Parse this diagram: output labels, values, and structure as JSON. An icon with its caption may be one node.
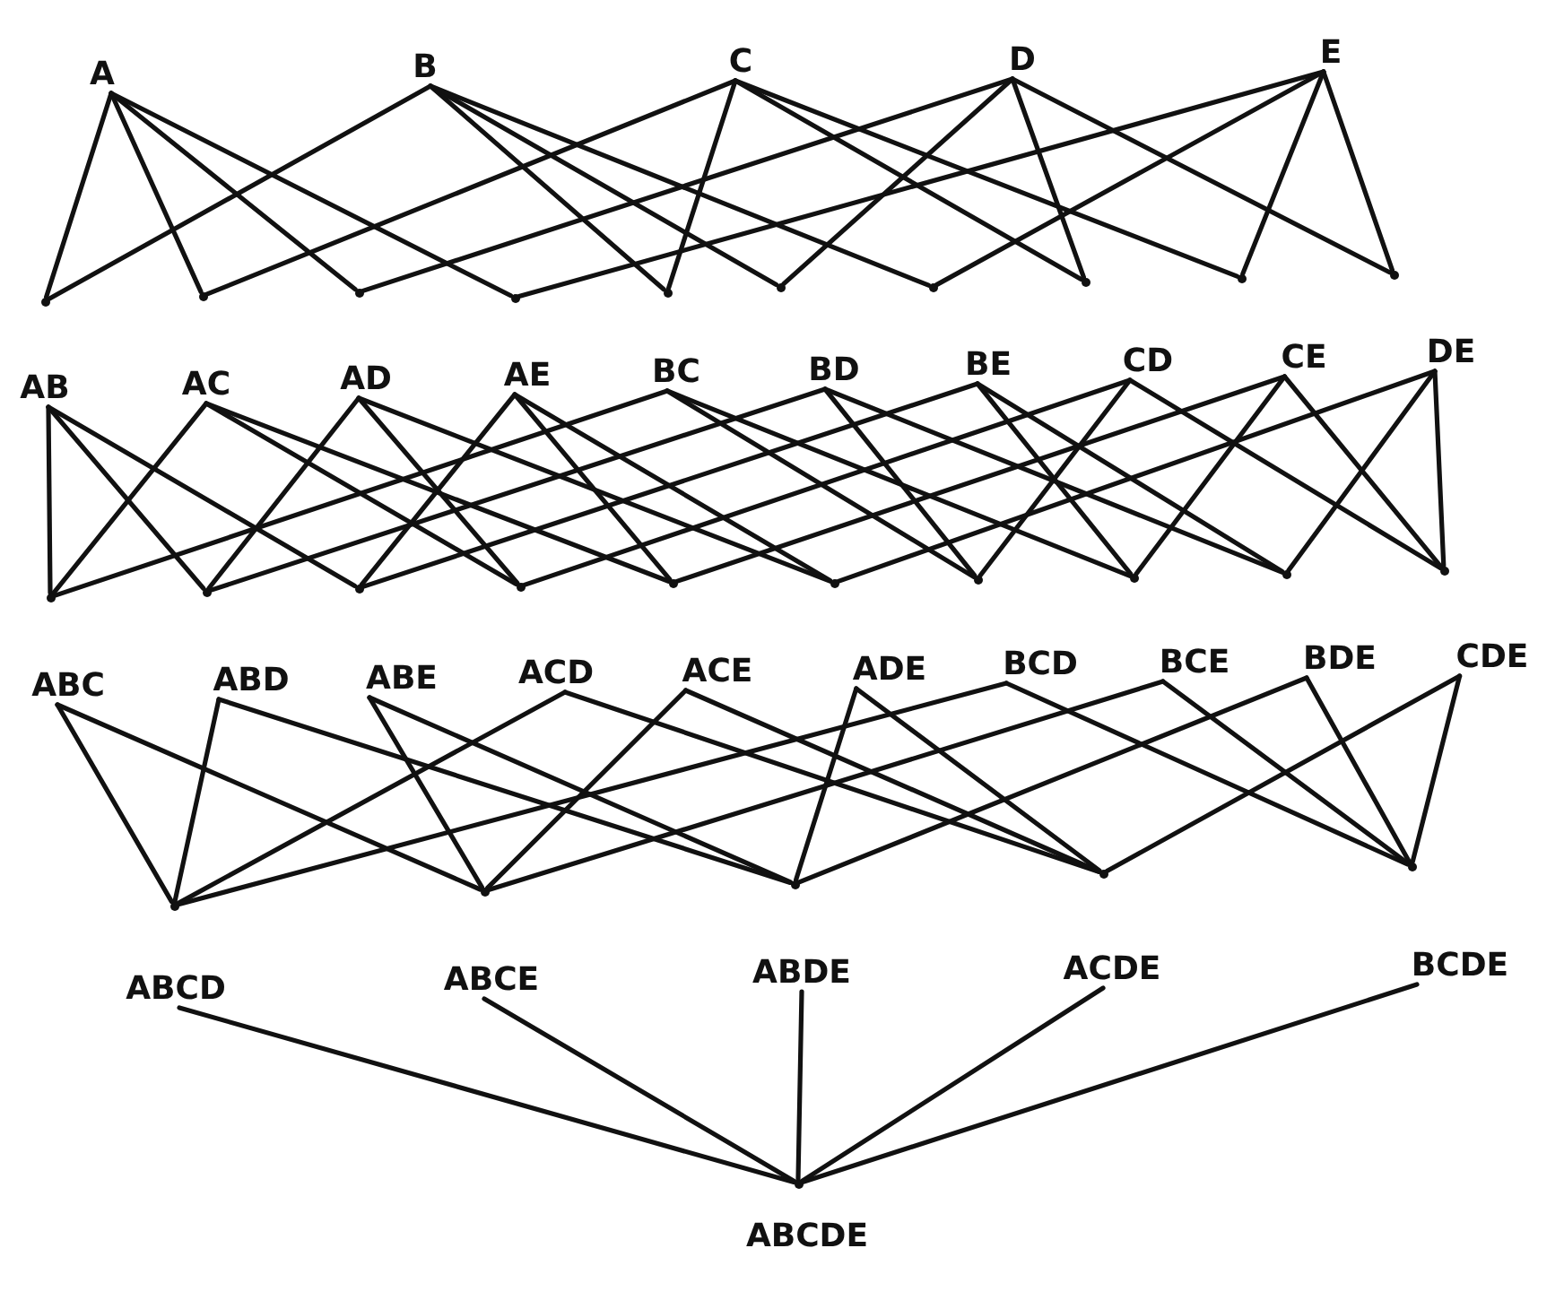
{
  "diagram": {
    "nodes": [
      {
        "text": [
          "A"
        ]
      },
      {
        "text": [
          "B"
        ]
      },
      {
        "text": [
          "C"
        ]
      },
      {
        "text": [
          "D"
        ]
      },
      {
        "text": [
          "E"
        ]
      },
      {
        "text": [],
        "shape": "dot"
      },
      {
        "text": [],
        "shape": "dot"
      },
      {
        "text": [],
        "shape": "dot"
      },
      {
        "text": [],
        "shape": "dot"
      },
      {
        "text": [],
        "shape": "dot"
      },
      {
        "text": [],
        "shape": "dot"
      },
      {
        "text": [],
        "shape": "dot"
      },
      {
        "text": [],
        "shape": "dot"
      },
      {
        "text": [],
        "shape": "dot"
      },
      {
        "text": [],
        "shape": "dot"
      },
      {
        "text": [
          "AB"
        ]
      },
      {
        "text": [
          "AC"
        ]
      },
      {
        "text": [
          "AD"
        ]
      },
      {
        "text": [
          "AE"
        ]
      },
      {
        "text": [
          "BC"
        ]
      },
      {
        "text": [
          "BD"
        ]
      },
      {
        "text": [
          "BE"
        ]
      },
      {
        "text": [
          "CD"
        ]
      },
      {
        "text": [
          "CE"
        ]
      },
      {
        "text": [
          "DE"
        ]
      },
      {
        "text": [],
        "shape": "dot"
      },
      {
        "text": [],
        "shape": "dot"
      },
      {
        "text": [],
        "shape": "dot"
      },
      {
        "text": [],
        "shape": "dot"
      },
      {
        "text": [],
        "shape": "dot"
      },
      {
        "text": [],
        "shape": "dot"
      },
      {
        "text": [],
        "shape": "dot"
      },
      {
        "text": [],
        "shape": "dot"
      },
      {
        "text": [],
        "shape": "dot"
      },
      {
        "text": [],
        "shape": "dot"
      },
      {
        "text": [
          "ABC"
        ]
      },
      {
        "text": [
          "ABD"
        ]
      },
      {
        "text": [
          "ABE"
        ]
      },
      {
        "text": [
          "ACD"
        ]
      },
      {
        "text": [
          "ACE"
        ]
      },
      {
        "text": [
          "ADE"
        ]
      },
      {
        "text": [
          "BCD"
        ]
      },
      {
        "text": [
          "BCE"
        ]
      },
      {
        "text": [
          "BDE"
        ]
      },
      {
        "text": [
          "CDE"
        ]
      },
      {
        "text": [],
        "shape": "dot"
      },
      {
        "text": [],
        "shape": "dot"
      },
      {
        "text": [],
        "shape": "dot"
      },
      {
        "text": [],
        "shape": "dot"
      },
      {
        "text": [],
        "shape": "dot"
      },
      {
        "text": [
          "ABCD"
        ]
      },
      {
        "text": [
          "ABCE"
        ]
      },
      {
        "text": [
          "ABDE"
        ]
      },
      {
        "text": [
          "ACDE"
        ]
      },
      {
        "text": [
          "BCDE"
        ]
      },
      {
        "text": [],
        "shape": "dot",
        "beside": [
          "ABCDE"
        ]
      }
    ],
    "edges": [
      {
        "from": 0,
        "to": 5,
        "arrow": "none"
      },
      {
        "from": 0,
        "to": 6,
        "arrow": "none"
      },
      {
        "from": 0,
        "to": 7,
        "arrow": "none"
      },
      {
        "from": 0,
        "to": 8,
        "arrow": "none"
      },
      {
        "from": 1,
        "to": 5,
        "arrow": "none"
      },
      {
        "from": 1,
        "to": 9,
        "arrow": "none"
      },
      {
        "from": 1,
        "to": 10,
        "arrow": "none"
      },
      {
        "from": 1,
        "to": 11,
        "arrow": "none"
      },
      {
        "from": 2,
        "to": 6,
        "arrow": "none"
      },
      {
        "from": 2,
        "to": 9,
        "arrow": "none"
      },
      {
        "from": 2,
        "to": 12,
        "arrow": "none"
      },
      {
        "from": 2,
        "to": 13,
        "arrow": "none"
      },
      {
        "from": 3,
        "to": 7,
        "arrow": "none"
      },
      {
        "from": 3,
        "to": 10,
        "arrow": "none"
      },
      {
        "from": 3,
        "to": 12,
        "arrow": "none"
      },
      {
        "from": 3,
        "to": 14,
        "arrow": "none"
      },
      {
        "from": 4,
        "to": 8,
        "arrow": "none"
      },
      {
        "from": 4,
        "to": 11,
        "arrow": "none"
      },
      {
        "from": 4,
        "to": 13,
        "arrow": "none"
      },
      {
        "from": 4,
        "to": 14,
        "arrow": "none"
      },
      {
        "from": 15,
        "to": 25,
        "arrow": "none"
      },
      {
        "from": 15,
        "to": 26,
        "arrow": "none"
      },
      {
        "from": 15,
        "to": 27,
        "arrow": "none"
      },
      {
        "from": 16,
        "to": 25,
        "arrow": "none"
      },
      {
        "from": 16,
        "to": 28,
        "arrow": "none"
      },
      {
        "from": 16,
        "to": 29,
        "arrow": "none"
      },
      {
        "from": 17,
        "to": 26,
        "arrow": "none"
      },
      {
        "from": 17,
        "to": 28,
        "arrow": "none"
      },
      {
        "from": 17,
        "to": 30,
        "arrow": "none"
      },
      {
        "from": 18,
        "to": 27,
        "arrow": "none"
      },
      {
        "from": 18,
        "to": 29,
        "arrow": "none"
      },
      {
        "from": 18,
        "to": 30,
        "arrow": "none"
      },
      {
        "from": 19,
        "to": 25,
        "arrow": "none"
      },
      {
        "from": 19,
        "to": 31,
        "arrow": "none"
      },
      {
        "from": 19,
        "to": 32,
        "arrow": "none"
      },
      {
        "from": 20,
        "to": 26,
        "arrow": "none"
      },
      {
        "from": 20,
        "to": 31,
        "arrow": "none"
      },
      {
        "from": 20,
        "to": 33,
        "arrow": "none"
      },
      {
        "from": 21,
        "to": 27,
        "arrow": "none"
      },
      {
        "from": 21,
        "to": 32,
        "arrow": "none"
      },
      {
        "from": 21,
        "to": 33,
        "arrow": "none"
      },
      {
        "from": 22,
        "to": 28,
        "arrow": "none"
      },
      {
        "from": 22,
        "to": 31,
        "arrow": "none"
      },
      {
        "from": 22,
        "to": 34,
        "arrow": "none"
      },
      {
        "from": 23,
        "to": 29,
        "arrow": "none"
      },
      {
        "from": 23,
        "to": 32,
        "arrow": "none"
      },
      {
        "from": 23,
        "to": 34,
        "arrow": "none"
      },
      {
        "from": 24,
        "to": 30,
        "arrow": "none"
      },
      {
        "from": 24,
        "to": 33,
        "arrow": "none"
      },
      {
        "from": 24,
        "to": 34,
        "arrow": "none"
      },
      {
        "from": 35,
        "to": 45,
        "arrow": "none"
      },
      {
        "from": 35,
        "to": 46,
        "arrow": "none"
      },
      {
        "from": 36,
        "to": 45,
        "arrow": "none"
      },
      {
        "from": 36,
        "to": 47,
        "arrow": "none"
      },
      {
        "from": 37,
        "to": 46,
        "arrow": "none"
      },
      {
        "from": 37,
        "to": 47,
        "arrow": "none"
      },
      {
        "from": 38,
        "to": 45,
        "arrow": "none"
      },
      {
        "from": 38,
        "to": 48,
        "arrow": "none"
      },
      {
        "from": 39,
        "to": 46,
        "arrow": "none"
      },
      {
        "from": 39,
        "to": 48,
        "arrow": "none"
      },
      {
        "from": 40,
        "to": 47,
        "arrow": "none"
      },
      {
        "from": 40,
        "to": 48,
        "arrow": "none"
      },
      {
        "from": 41,
        "to": 45,
        "arrow": "none"
      },
      {
        "from": 41,
        "to": 49,
        "arrow": "none"
      },
      {
        "from": 42,
        "to": 46,
        "arrow": "none"
      },
      {
        "from": 42,
        "to": 49,
        "arrow": "none"
      },
      {
        "from": 43,
        "to": 47,
        "arrow": "none"
      },
      {
        "from": 43,
        "to": 49,
        "arrow": "none"
      },
      {
        "from": 44,
        "to": 48,
        "arrow": "none"
      },
      {
        "from": 44,
        "to": 49,
        "arrow": "none"
      },
      {
        "from": 50,
        "to": 55,
        "arrow": "none"
      },
      {
        "from": 51,
        "to": 55,
        "arrow": "none"
      },
      {
        "from": 52,
        "to": 55,
        "arrow": "none"
      },
      {
        "from": 53,
        "to": 55,
        "arrow": "none"
      },
      {
        "from": 54,
        "to": 55,
        "arrow": "none"
      }
    ]
  }
}
